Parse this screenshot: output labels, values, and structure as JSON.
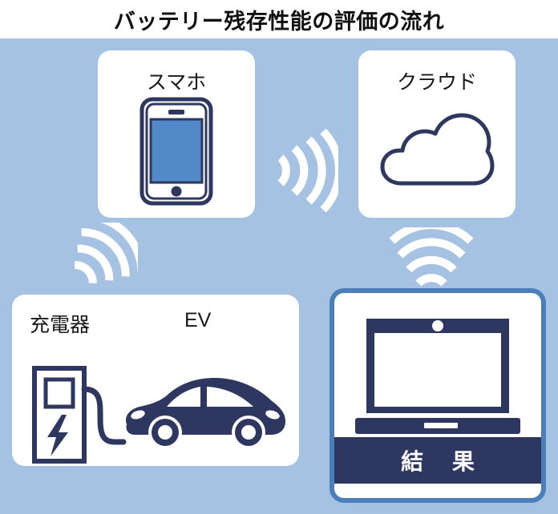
{
  "title": "バッテリー残存性能の評価の流れ",
  "colors": {
    "background": "#a6c2e3",
    "panel": "#ffffff",
    "navy": "#2e3760",
    "screen_blue": "#5289c8",
    "border_blue": "#4a7fba",
    "title_text": "#101010",
    "signal": "#ffffff"
  },
  "panels": {
    "phone": {
      "label": "スマホ",
      "icon": "smartphone-icon"
    },
    "cloud": {
      "label": "クラウド",
      "icon": "cloud-icon"
    },
    "ev": {
      "charger_label": "充電器",
      "ev_label": "EV",
      "charger_icon": "ev-charger-icon",
      "car_icon": "electric-car-icon"
    },
    "result": {
      "label": "結 果",
      "icon": "laptop-icon"
    }
  },
  "signals": [
    {
      "name": "wifi-signal-phone-to-cloud",
      "direction": "right"
    },
    {
      "name": "wifi-signal-ev-to-phone",
      "direction": "up-right"
    },
    {
      "name": "wifi-signal-cloud-to-result",
      "direction": "up"
    }
  ]
}
